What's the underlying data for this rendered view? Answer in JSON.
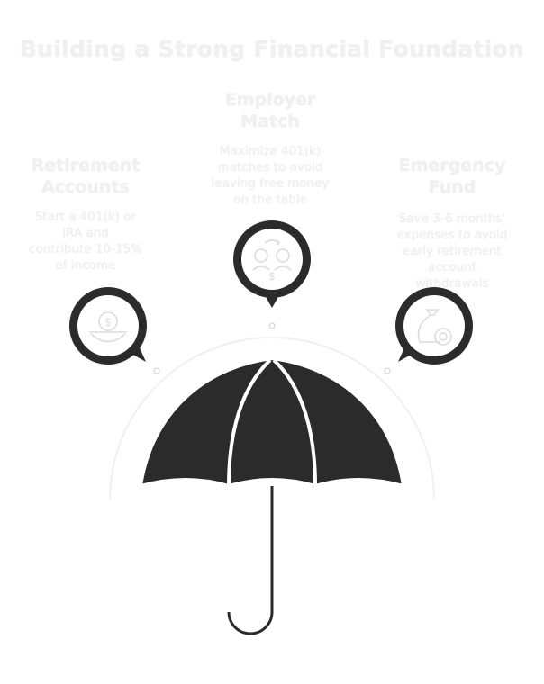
{
  "title": "Building a Strong Financial Foundation",
  "items": [
    {
      "heading": "Employer\nMatch",
      "description": "Maximize 401(k)\nmatches to avoid\nleaving free money\non the table",
      "icon": "people-dollar-icon"
    },
    {
      "heading": "Retirement\nAccounts",
      "description": "Start a 401(k) or\nIRA and\ncontribute 10-15%\nof income",
      "icon": "money-bowl-icon"
    },
    {
      "heading": "Emergency\nFund",
      "description": "Save 3-6 months'\nexpenses to avoid\nearly retirement\naccount\nwithdrawals",
      "icon": "money-bag-coin-icon"
    }
  ],
  "colors": {
    "dark": "#2b2b2b",
    "faint_text": "#f0f0f0",
    "background": "#ffffff"
  }
}
